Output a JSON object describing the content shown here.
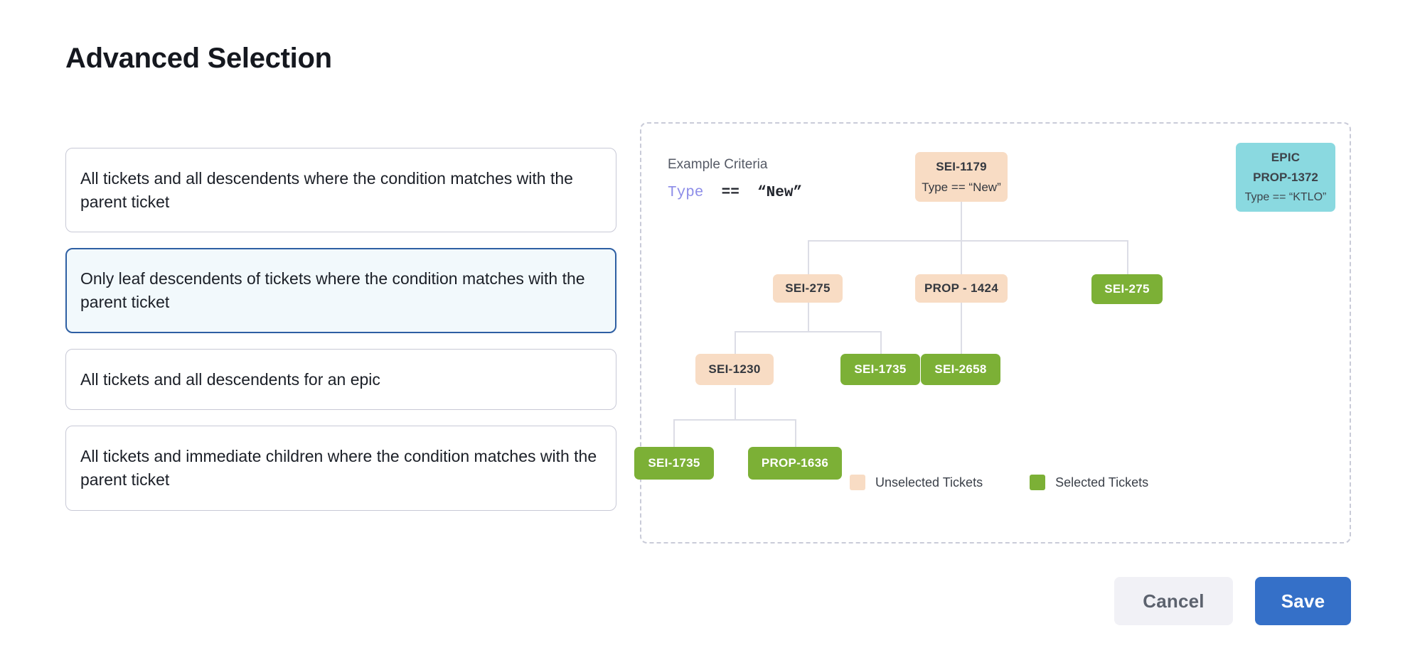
{
  "page_title": "Advanced Selection",
  "options": [
    {
      "id": "all-descendents-condition",
      "label": "All tickets and all descendents where the condition matches with the parent ticket",
      "selected": false
    },
    {
      "id": "leaf-descendents-condition",
      "label": "Only leaf descendents of tickets where the condition matches with the parent ticket",
      "selected": true
    },
    {
      "id": "all-descendents-epic",
      "label": "All tickets and all descendents for an epic",
      "selected": false
    },
    {
      "id": "immediate-children-condition",
      "label": "All tickets and immediate children where the condition matches with the parent ticket",
      "selected": false
    }
  ],
  "diagram": {
    "criteria_label": "Example Criteria",
    "criteria": {
      "field": "Type",
      "operator": "==",
      "value": "“New”"
    },
    "nodes": {
      "root": {
        "title": "SEI-1179",
        "sub": "Type == “New”",
        "state": "unselected"
      },
      "epic": {
        "title": "EPIC",
        "sub": "PROP-1372",
        "cond": "Type == “KTLO”",
        "state": "epic"
      },
      "sei275a": {
        "title": "SEI-275",
        "state": "unselected"
      },
      "prop1424": {
        "title": "PROP - 1424",
        "state": "unselected"
      },
      "sei275b": {
        "title": "SEI-275",
        "state": "selected"
      },
      "sei1230": {
        "title": "SEI-1230",
        "state": "unselected"
      },
      "sei1735a": {
        "title": "SEI-1735",
        "state": "selected"
      },
      "sei2658": {
        "title": "SEI-2658",
        "state": "selected"
      },
      "sei1735b": {
        "title": "SEI-1735",
        "state": "selected"
      },
      "prop1636": {
        "title": "PROP-1636",
        "state": "selected"
      }
    },
    "legend": [
      {
        "label": "Unselected Tickets",
        "color": "#f8dcc4"
      },
      {
        "label": "Selected Tickets",
        "color": "#7cb036"
      }
    ]
  },
  "footer": {
    "cancel_label": "Cancel",
    "save_label": "Save"
  },
  "colors": {
    "unselected": "#f8dcc4",
    "selected": "#7cb036",
    "epic": "#8ad9e0",
    "accent_blue": "#3570c8",
    "selected_card_border": "#2e5fa3",
    "selected_card_bg": "#f2f9fc",
    "connector": "#dcdde6",
    "criteria_keyword": "#8c8ce8"
  }
}
